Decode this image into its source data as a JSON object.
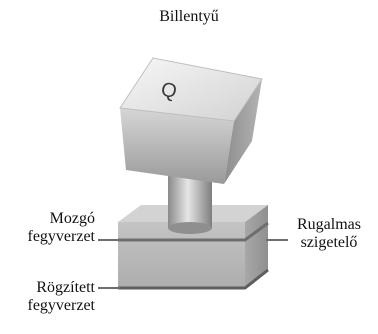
{
  "diagram": {
    "key_label": "Billentyű",
    "key_letter": "Q",
    "moving_plate_label": [
      "Mozgó",
      "fegyverzet"
    ],
    "insulator_label": [
      "Rugalmas",
      "szigetelő"
    ],
    "fixed_plate_label": [
      "Rögzített",
      "fegyverzet"
    ]
  },
  "colors": {
    "key_top": "#e9e9e9",
    "key_side": "#9e9e9e",
    "base": "#b9b9b9",
    "plate_line": "#6e6e6e"
  }
}
